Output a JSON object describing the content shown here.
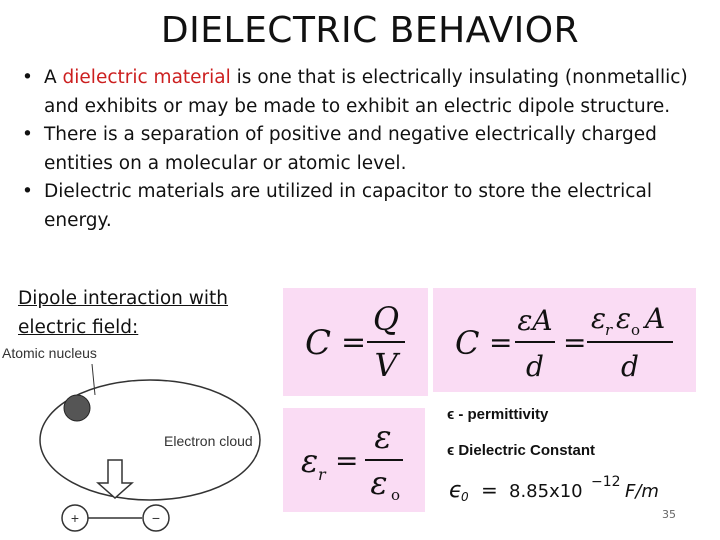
{
  "slide": {
    "title": "DIELECTRIC BEHAVIOR",
    "page_number": "35"
  },
  "bullets": [
    {
      "marker": "•",
      "prefix": "A ",
      "highlight": "dielectric material",
      "suffix": " is one that is electrically insulating (nonmetallic) and exhibits or may be made to exhibit an electric dipole structure."
    },
    {
      "marker": "•",
      "text": "There is a separation of positive and negative electrically charged entities on a molecular or atomic level."
    },
    {
      "marker": "•",
      "text": "Dielectric materials are utilized in capacitor to store the electrical energy."
    }
  ],
  "dipole": {
    "label_line1": "Dipole interaction with",
    "label_line2": "electric field:",
    "atomic_nucleus": "Atomic nucleus",
    "electron_cloud": "Electron cloud",
    "plus": "+",
    "minus": "−"
  },
  "formulas": {
    "f1_lhs": "C",
    "f1_num": "Q",
    "f1_den": "V",
    "f2_lhs": "C",
    "f2_num1": "εA",
    "f2_den1": "d",
    "f2_num2": "ε",
    "f2_num2_sub": "r",
    "f2_num3": "ε",
    "f2_num3_sub": "o",
    "f2_num4": "A",
    "f2_den2": "d",
    "f3_lhs": "ε",
    "f3_lhs_sub": "r",
    "f3_num": "ε",
    "f3_den": "ε",
    "f3_den_sub": "o",
    "equals": "="
  },
  "notes": {
    "permittivity": "ϵ - permittivity",
    "dielectric_constant": "ϵ  Dielectric Constant",
    "eps0_symbol": "ϵ",
    "eps0_sub": "0",
    "eps0_equals": "=",
    "eps0_value": "8.85x10",
    "eps0_exp": "−12",
    "eps0_unit": "F/m"
  },
  "colors": {
    "highlight": "#cc1f1f",
    "formula_background": "#fadcf4",
    "nucleus": "#555555"
  }
}
